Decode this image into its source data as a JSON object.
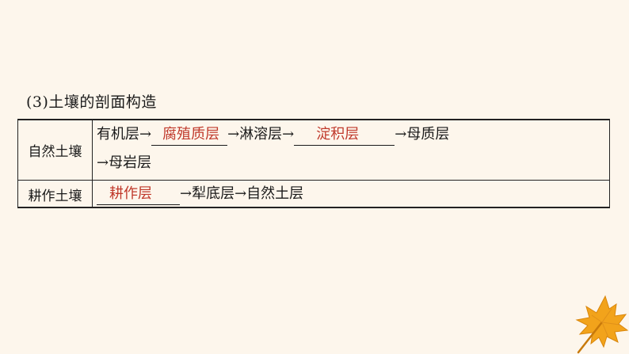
{
  "heading": "(3)土壤的剖面构造",
  "table": {
    "natural": {
      "label": "自然土壤",
      "seg1": "有机层→",
      "answer1": "腐殖质层",
      "seg2": "→淋溶层→",
      "answer2": "淀积层",
      "seg3": "→母质层",
      "line2": "→母岩层"
    },
    "cultivated": {
      "label": "耕作土壤",
      "answer1": "耕作层",
      "seg1": "→犁底层→自然土层"
    }
  },
  "colors": {
    "background": "#fdf6ec",
    "answer_red": "#c0392b",
    "leaf_orange": "#f2a31b"
  },
  "decoration": {
    "icon": "maple-leaf-icon"
  }
}
